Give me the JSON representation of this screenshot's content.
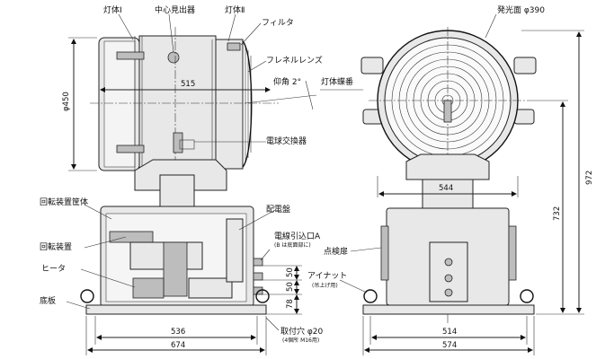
{
  "labels": {
    "lamp_body_1": "灯体Ⅰ",
    "center_sight": "中心見出器",
    "lamp_body_2": "灯体Ⅱ",
    "filter": "フィルタ",
    "fresnel_lens": "フレネルレンズ",
    "elevation_angle": "仰角 2°",
    "lamp_hinge": "灯体蝶番",
    "bulb_changer": "電球交換器",
    "emitting_surface": "発光面 φ390",
    "rotating_housing": "回転装置筐体",
    "switchboard": "配電盤",
    "cable_inlet": "電線引込口A",
    "cable_inlet_note": "(B は底面部に)",
    "rotating_device": "回転装置",
    "inspection_door": "点検扉",
    "heater": "ヒータ",
    "eye_nut": "アイナット",
    "eye_nut_note": "(吊上げ用)",
    "base_plate": "底板",
    "mount_hole": "取付穴 φ20",
    "mount_hole_note": "(4個所 M16用)"
  },
  "dimensions": {
    "d450": "φ450",
    "d515": "515",
    "d544": "544",
    "d972": "972",
    "d732": "732",
    "d50a": "50",
    "d50b": "50",
    "d78": "78",
    "d536": "536",
    "d674": "674",
    "d514": "514",
    "d574": "574"
  }
}
